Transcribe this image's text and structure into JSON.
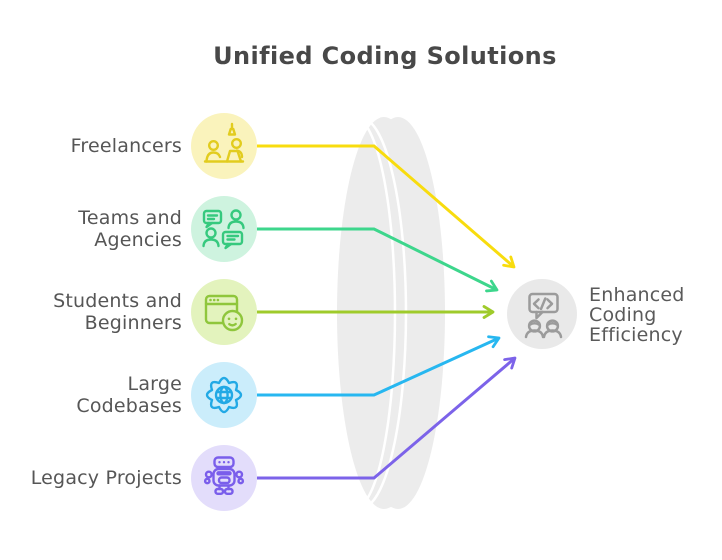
{
  "title": "Unified Coding Solutions",
  "sources": [
    {
      "id": "freelancers",
      "lines": [
        "Freelancers"
      ],
      "icon": "freelancer-workspace-icon",
      "arrow_color": "#F8DC0E",
      "bubble_fill": "#FAF3BC",
      "icon_color": "#E2CC1E"
    },
    {
      "id": "teams-and-agencies",
      "lines": [
        "Teams and",
        "Agencies"
      ],
      "icon": "team-chat-icon",
      "arrow_color": "#3DD68C",
      "bubble_fill": "#CEF3DF",
      "icon_color": "#36C97E"
    },
    {
      "id": "students-and-beginners",
      "lines": [
        "Students and",
        "Beginners"
      ],
      "icon": "browser-smiley-icon",
      "arrow_color": "#9FCB2B",
      "bubble_fill": "#E3F3BD",
      "icon_color": "#8FC63C"
    },
    {
      "id": "large-codebases",
      "lines": [
        "Large",
        "Codebases"
      ],
      "icon": "gear-globe-icon",
      "arrow_color": "#27B7F0",
      "bubble_fill": "#CBEDFB",
      "icon_color": "#22A9E5"
    },
    {
      "id": "legacy-projects",
      "lines": [
        "Legacy Projects"
      ],
      "icon": "robot-icon",
      "arrow_color": "#7C63E9",
      "bubble_fill": "#E3DDFB",
      "icon_color": "#7A5EEB"
    }
  ],
  "target": {
    "id": "enhanced-coding-efficiency",
    "lines": [
      "Enhanced",
      "Coding",
      "Efficiency"
    ],
    "icon": "code-chat-people-icon",
    "bubble_fill": "#E9E9E9",
    "icon_color": "#9B9B9B"
  },
  "funnel": {
    "fill": "#ECECEC",
    "highlight": "#FFFFFF"
  },
  "colors": {
    "background": "#FFFFFF",
    "label_text": "#565656",
    "title_text": "#484848"
  }
}
